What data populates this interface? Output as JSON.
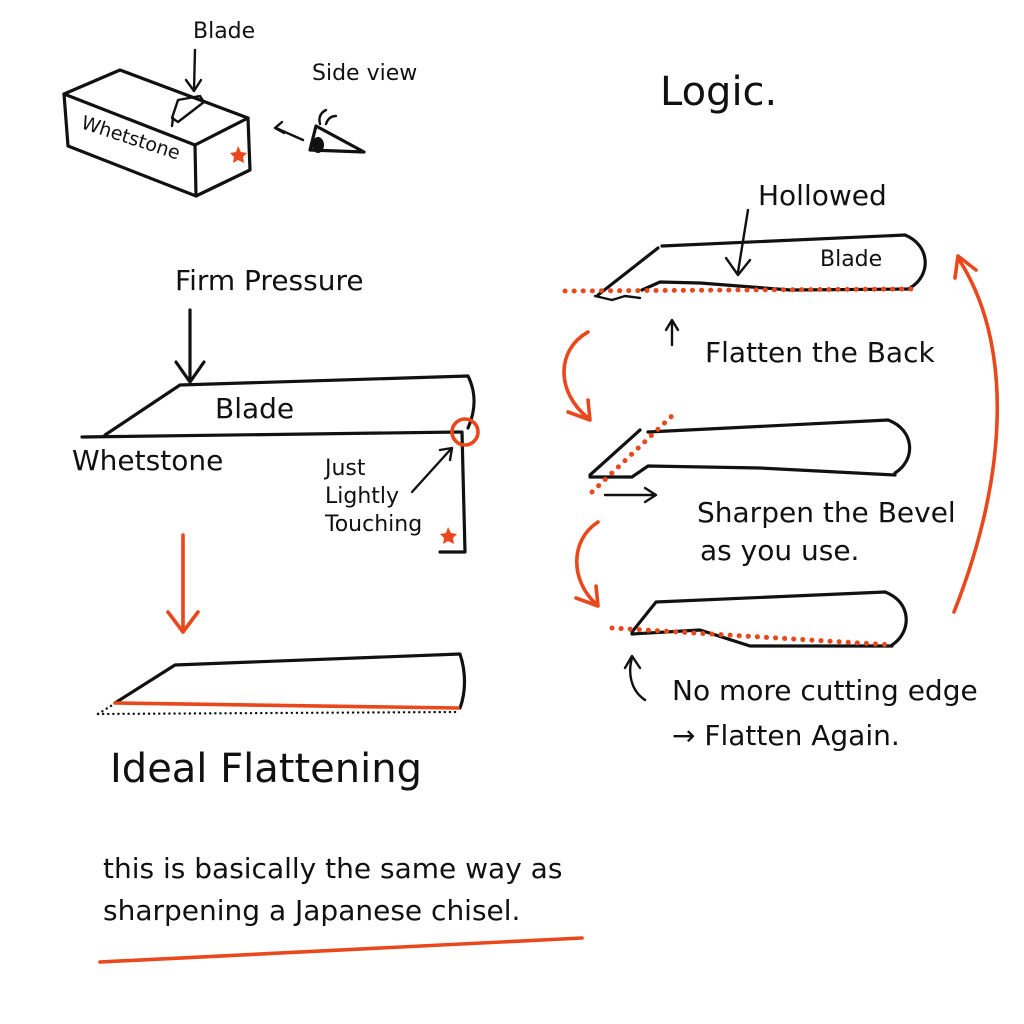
{
  "colors": {
    "ink": "#111111",
    "accent": "#e8481c",
    "background": "#ffffff"
  },
  "top_left": {
    "blade_label": "Blade",
    "whetstone_label": "Whetstone",
    "side_view_label": "Side view",
    "icons": [
      "whetstone-box",
      "blade-on-stone",
      "eye-icon",
      "star-icon"
    ]
  },
  "left_panel": {
    "firm_pressure_label": "Firm Pressure",
    "blade_label": "Blade",
    "whetstone_label": "Whetstone",
    "touch_note_lines": [
      "Just",
      "Lightly",
      "Touching"
    ],
    "ideal_label": "Ideal Flattening"
  },
  "right_panel": {
    "title": "Logic.",
    "hollowed_label": "Hollowed",
    "blade_label": "Blade",
    "step1_label": "Flatten the Back",
    "step2_lines": [
      "Sharpen the Bevel",
      "as you use."
    ],
    "step3_lines": [
      "No more cutting edge",
      "→ Flatten Again."
    ]
  },
  "footer": {
    "note_lines": [
      "this is basically the same way as",
      "sharpening a Japanese chisel."
    ]
  }
}
